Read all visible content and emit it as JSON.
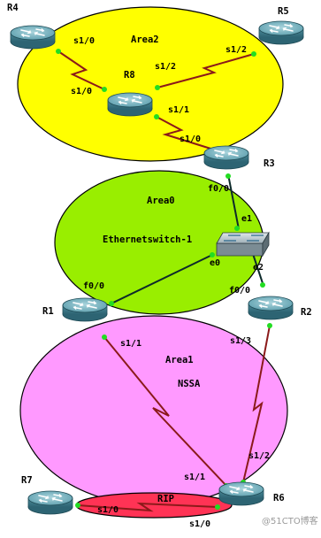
{
  "diagram": {
    "areas": {
      "area2": {
        "label": "Area2",
        "color": "#ffff00"
      },
      "area0": {
        "label": "Area0",
        "color": "#99ee00"
      },
      "area1": {
        "label": "Area1",
        "sublabel": "NSSA",
        "color": "#ff99ff"
      },
      "rip": {
        "label": "RIP",
        "color": "#ff3355"
      }
    },
    "routers": {
      "r4": "R4",
      "r5": "R5",
      "r8": "R8",
      "r3": "R3",
      "r1": "R1",
      "r2": "R2",
      "r7": "R7",
      "r6": "R6"
    },
    "switch": {
      "label": "Ethernetswitch-1"
    },
    "interfaces": {
      "r4_r8_a": "s1/0",
      "r4_r8_b": "s1/0",
      "r8_r5_a": "s1/2",
      "r8_r5_b": "s1/2",
      "r8_r3_a": "s1/1",
      "r8_r3_b": "s1/0",
      "r3_sw_a": "f0/0",
      "r3_sw_b": "e1",
      "sw_r1": "e0",
      "r1_sw": "f0/0",
      "sw_r2": "e2",
      "r2_sw": "f0/0",
      "r1_r6_a": "s1/1",
      "r1_r6_b": "s1/1",
      "r2_r6_a": "s1/3",
      "r2_r6_b": "s1/2",
      "r7_r6_a": "s1/0",
      "r7_r6_b": "s1/0"
    },
    "colors": {
      "serial_link": "#8b1a1a",
      "ethernet_link": "#0d2a2a",
      "port_dot": "#22dd22",
      "router_body": "#3f7f8f"
    }
  },
  "watermark": "@51CTO博客"
}
